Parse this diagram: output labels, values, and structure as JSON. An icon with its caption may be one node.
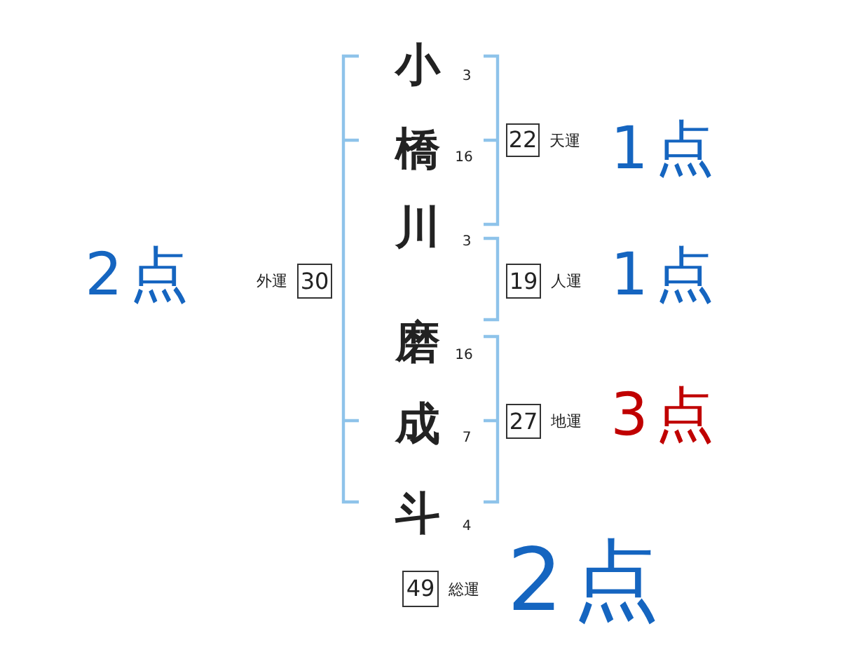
{
  "diagram": {
    "nodes": [
      {
        "text": [
          "22"
        ],
        "beside": [
          "天運"
        ]
      },
      {
        "text": [
          "30"
        ],
        "beside": [
          "外運"
        ]
      },
      {
        "text": [
          "19"
        ],
        "beside": [
          "人運"
        ]
      },
      {
        "text": [
          "27"
        ],
        "beside": [
          "地運"
        ]
      },
      {
        "text": [
          "49"
        ],
        "beside": [
          "総運"
        ]
      }
    ],
    "labels": [
      "小",
      "3",
      "橋",
      "16",
      "1点",
      "川",
      "3",
      "2点",
      "1点",
      "磨",
      "16",
      "成",
      "7",
      "3点",
      "斗",
      "4",
      "2点"
    ]
  }
}
